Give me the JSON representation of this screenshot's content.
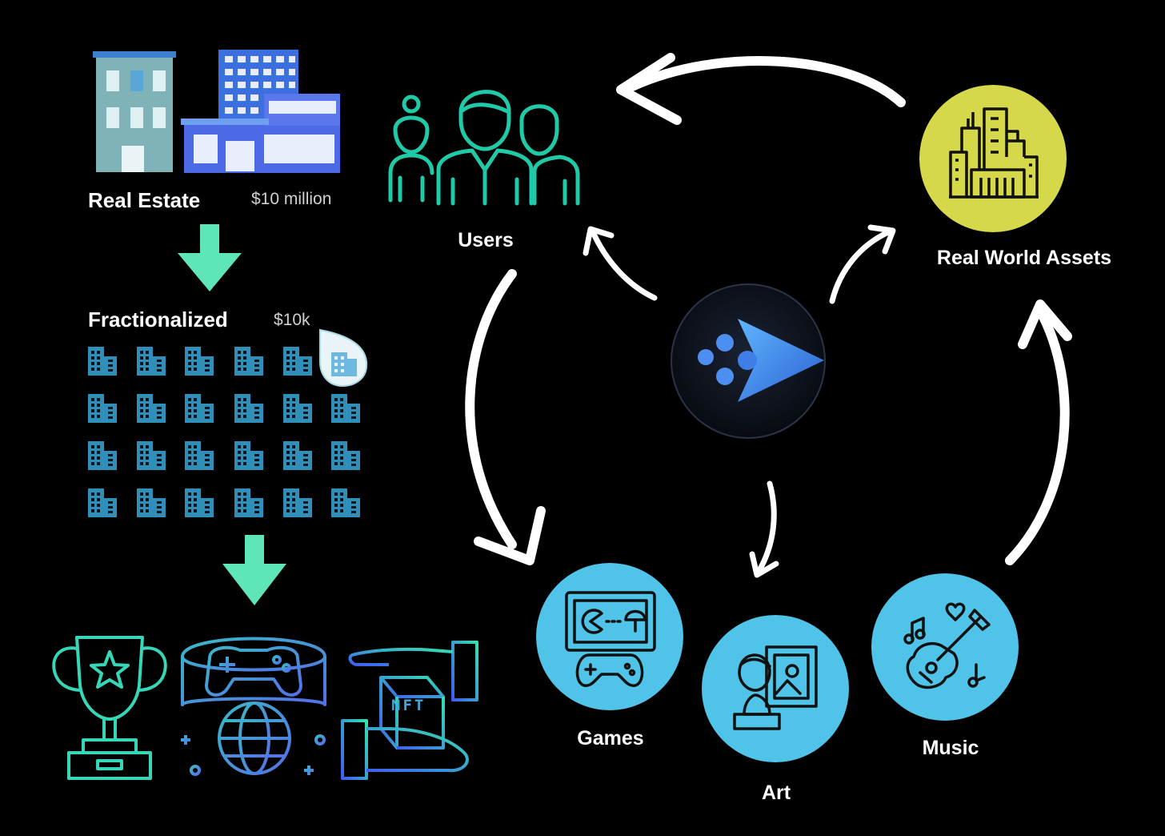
{
  "left_flow": {
    "real_estate": {
      "label": "Real Estate",
      "value": "$10 million"
    },
    "fractionalized": {
      "label": "Fractionalized",
      "value": "$10k"
    },
    "nft_badge": "NFT"
  },
  "cycle": {
    "users": "Users",
    "real_world_assets": "Real World Assets",
    "games": "Games",
    "art": "Art",
    "music": "Music"
  },
  "colors": {
    "background": "#000000",
    "teal": "#20c9a8",
    "mint_arrow": "#5ee6b8",
    "blue_circle": "#4fc3e8",
    "yellow_circle": "#d4d84a",
    "hub_blue": "#3d7fd9",
    "grid_icon": "#2f8fb8"
  }
}
